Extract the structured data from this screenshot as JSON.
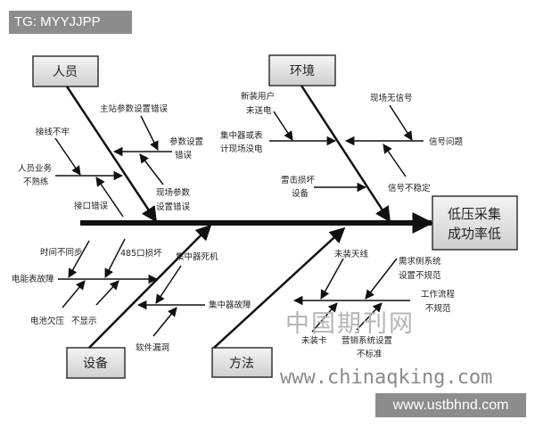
{
  "watermarks": {
    "top_left": "TG: MYYJJPP",
    "cn_site": "中国期刊网",
    "site_url": "www.chinaqking.com",
    "bottom_right": "www.ustbhnd.com"
  },
  "effect": {
    "line1": "低压采集",
    "line2": "成功率低"
  },
  "categories": {
    "personnel": {
      "label": "人员",
      "causes": {
        "param_error": [
          "参数设置",
          "错误"
        ],
        "master_param_error": "主站参数设置错误",
        "site_param_error": [
          "现场参数",
          "设置错误"
        ],
        "business_unfamiliar": [
          "人员业务",
          "不熟练"
        ],
        "loose_wiring": "接线不牢",
        "interface_error": "接口错误"
      }
    },
    "environment": {
      "label": "环境",
      "causes": {
        "no_power": [
          "集中器或表",
          "计现场没电"
        ],
        "new_user_no_power": [
          "新装用户",
          "未送电"
        ],
        "signal_problem": "信号问题",
        "no_signal": "现场无信号",
        "unstable_signal": "信号不稳定",
        "lightning": [
          "雷击损坏",
          "设备"
        ]
      }
    },
    "equipment": {
      "label": "设备",
      "causes": {
        "meter_fault": "电能表故障",
        "time_unsync": "时间不同步",
        "port_damage": "485口损坏",
        "low_battery": "电池欠压",
        "no_display": "不显示",
        "concentrator_fault": "集中器故障",
        "concentrator_crash": "集中器死机",
        "software_bug": "软件漏洞"
      }
    },
    "method": {
      "label": "方法",
      "causes": {
        "workflow_irregular": [
          "工作流程",
          "不规范"
        ],
        "demand_side": [
          "需求侧系统",
          "设置不规范"
        ],
        "no_antenna": "未装天线",
        "no_card": "未装卡",
        "marketing_system": [
          "营销系统设置",
          "不标准"
        ]
      }
    }
  }
}
